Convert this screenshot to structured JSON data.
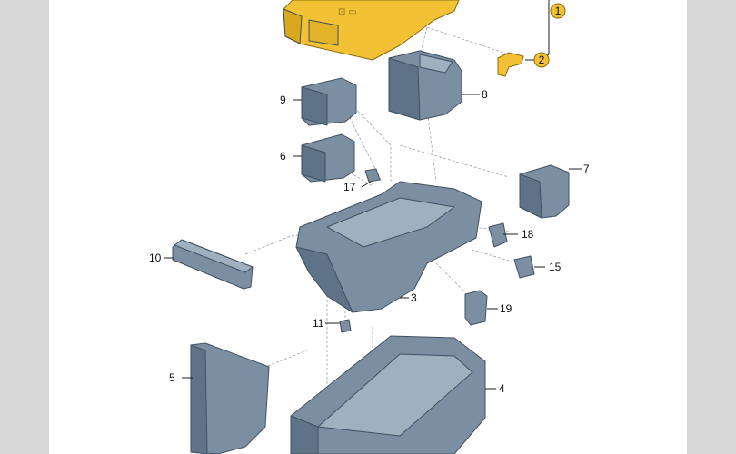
{
  "diagram": {
    "callouts": [
      {
        "id": "1",
        "label": "1"
      },
      {
        "id": "2",
        "label": "2"
      },
      {
        "id": "3",
        "label": "3"
      },
      {
        "id": "4",
        "label": "4"
      },
      {
        "id": "5",
        "label": "5"
      },
      {
        "id": "6",
        "label": "6"
      },
      {
        "id": "7",
        "label": "7"
      },
      {
        "id": "8",
        "label": "8"
      },
      {
        "id": "9",
        "label": "9"
      },
      {
        "id": "10",
        "label": "10"
      },
      {
        "id": "11",
        "label": "11"
      },
      {
        "id": "15",
        "label": "15"
      },
      {
        "id": "17",
        "label": "17"
      },
      {
        "id": "18",
        "label": "18"
      },
      {
        "id": "19",
        "label": "19"
      }
    ]
  },
  "colors": {
    "part_blue": "#7c8fa2",
    "cover_yellow": "#f2c234",
    "callout_badge": "#f2c234",
    "background": "#ffffff",
    "side_margin": "#d8d8d8"
  }
}
